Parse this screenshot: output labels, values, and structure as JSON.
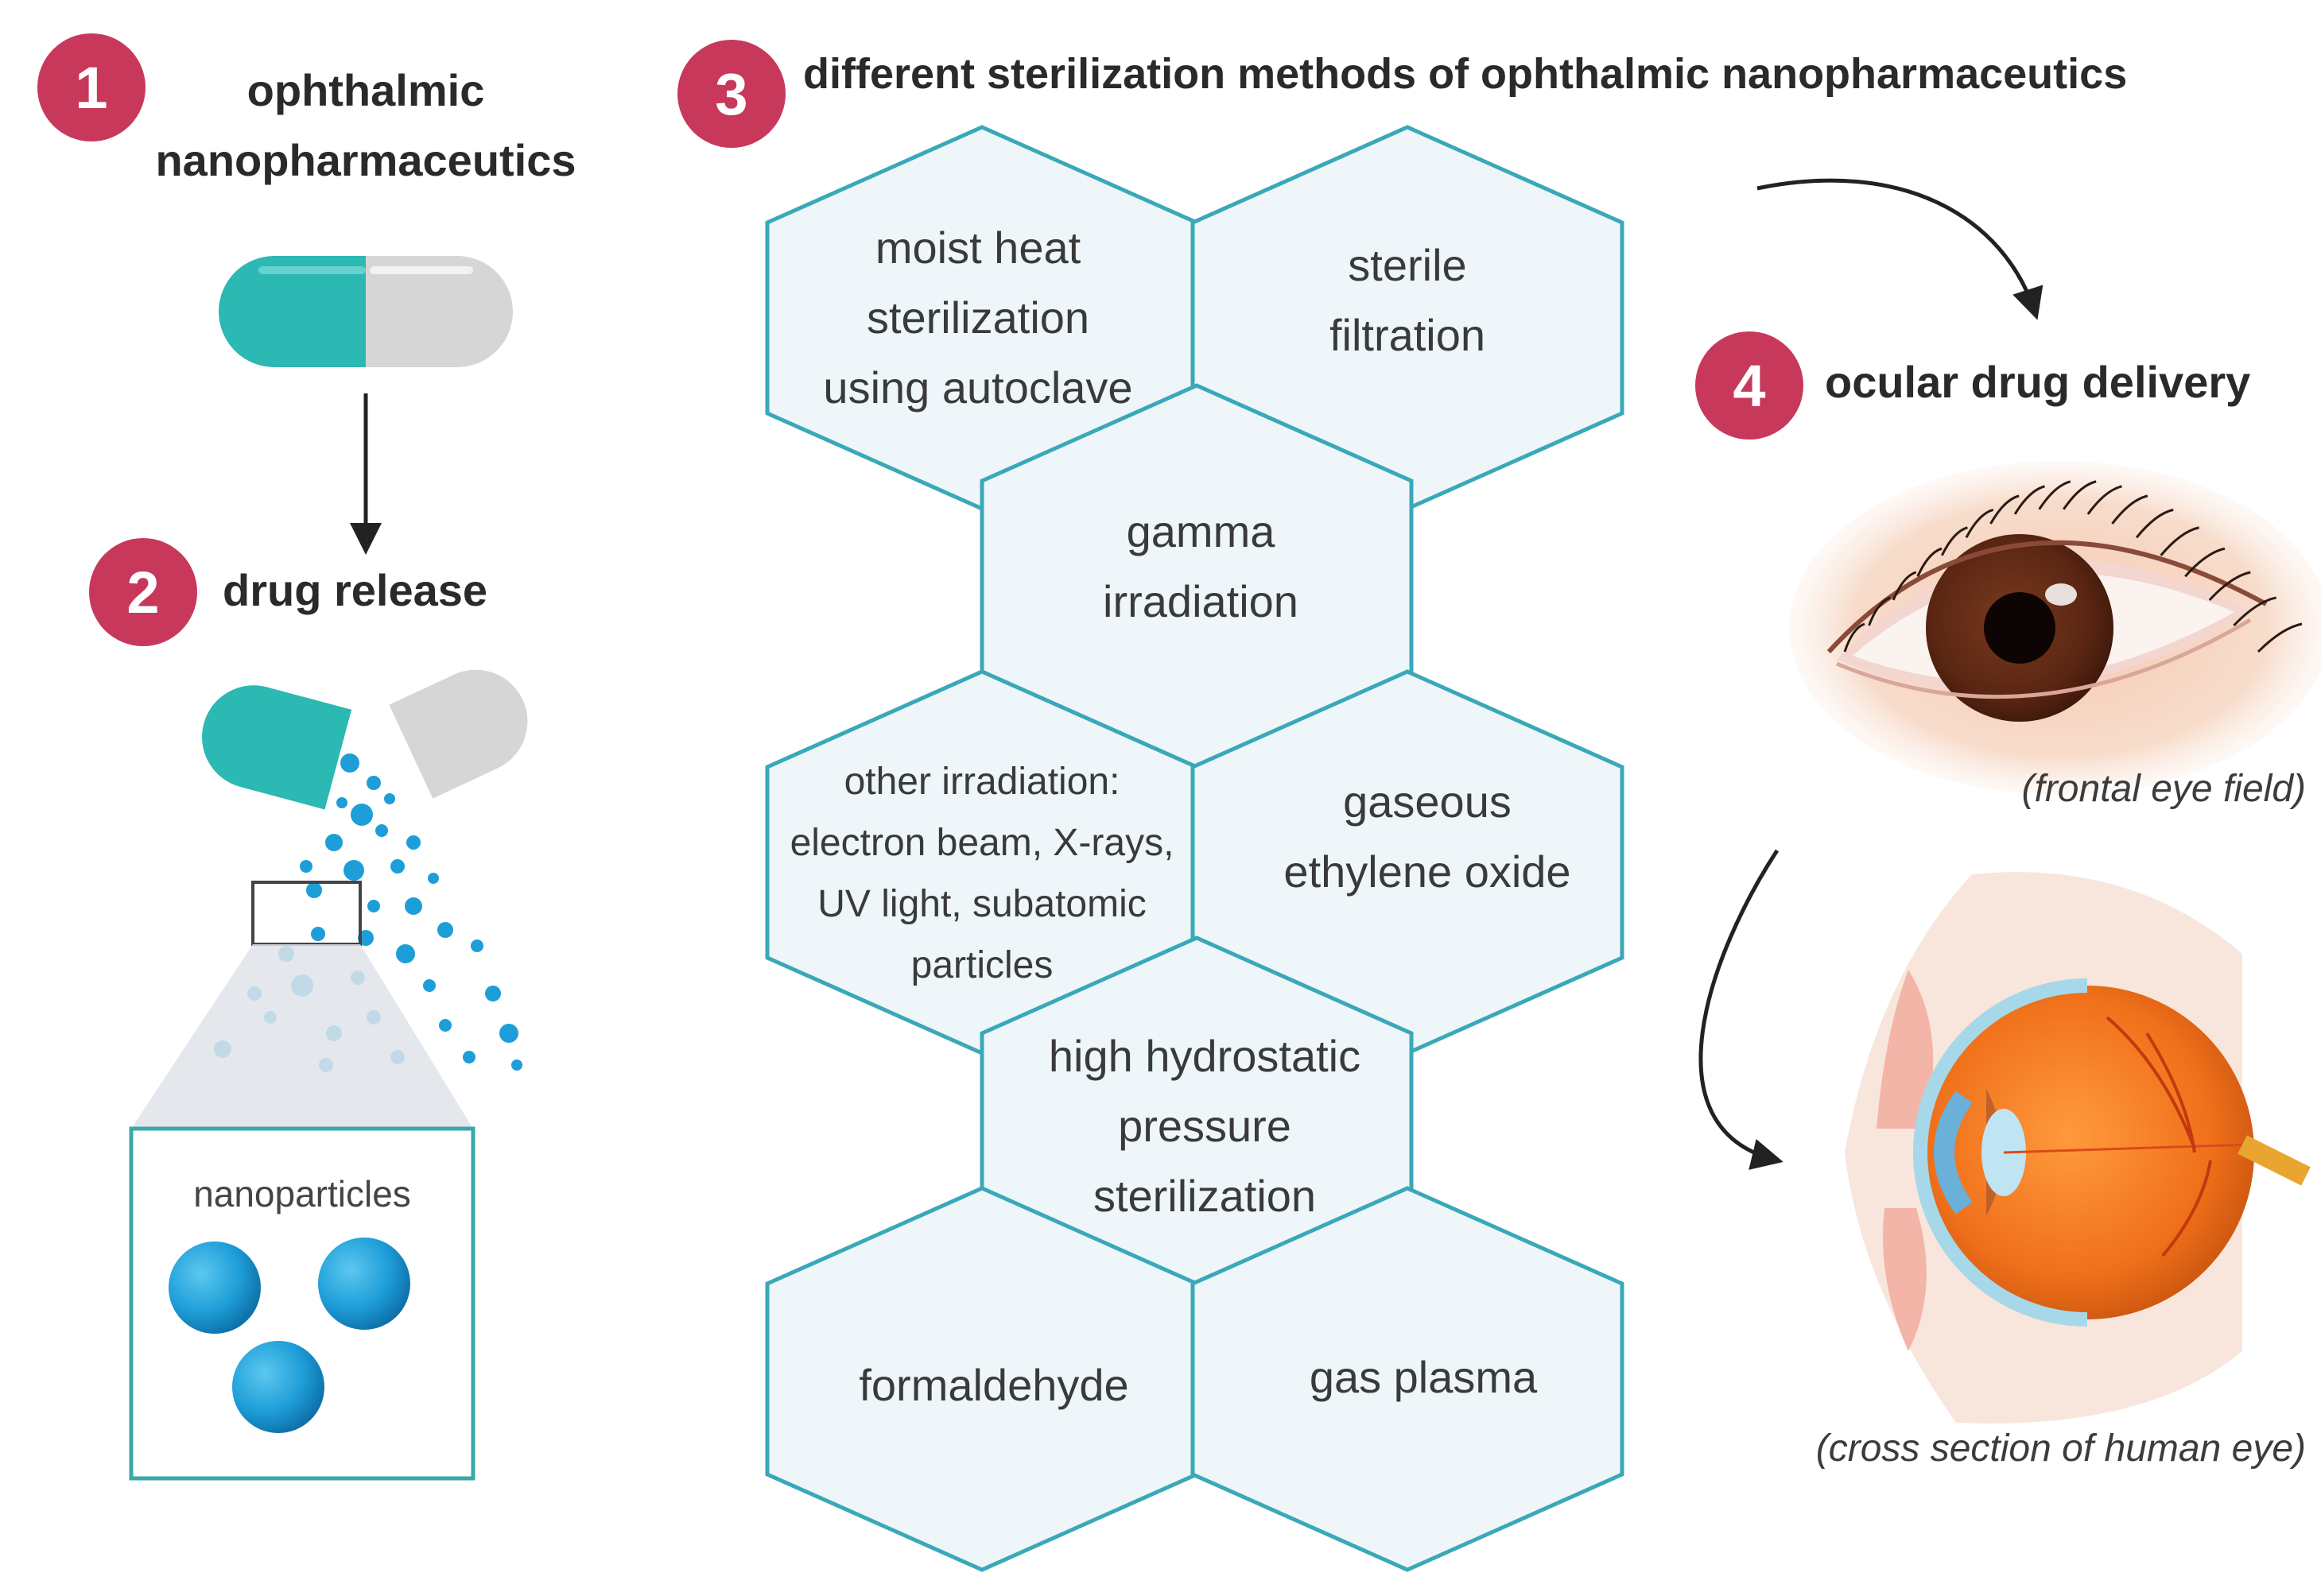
{
  "steps": {
    "step1": {
      "num": "1",
      "title": "ophthalmic\nnanopharmaceutics"
    },
    "step2": {
      "num": "2",
      "title": "drug release"
    },
    "step3": {
      "num": "3",
      "title": "different sterilization methods of ophthalmic nanopharmaceutics"
    },
    "step4": {
      "num": "4",
      "title": "ocular drug delivery"
    }
  },
  "nanoparticles_label": "nanoparticles",
  "methods": {
    "moist_heat": "moist heat\nsterilization\nusing autoclave",
    "sterile_filtration": "sterile\nfiltration",
    "gamma": "gamma\nirradiation",
    "other_irradiation": "other irradiation:\nelectron beam, X-rays,\nUV light, subatomic\nparticles",
    "ethylene_oxide": "gaseous\nethylene oxide",
    "hydrostatic": "high hydrostatic\npressure\nsterilization",
    "formaldehyde": "formaldehyde",
    "gas_plasma": "gas plasma"
  },
  "captions": {
    "frontal": "(frontal eye field)",
    "cross_section": "(cross section of human eye)"
  },
  "colors": {
    "badge": "#c8385a",
    "teal": "#2cb8b3",
    "hex_stroke": "#3aa8b8",
    "hex_fill": "#eef6fa",
    "particle": "#1e9ed8"
  }
}
